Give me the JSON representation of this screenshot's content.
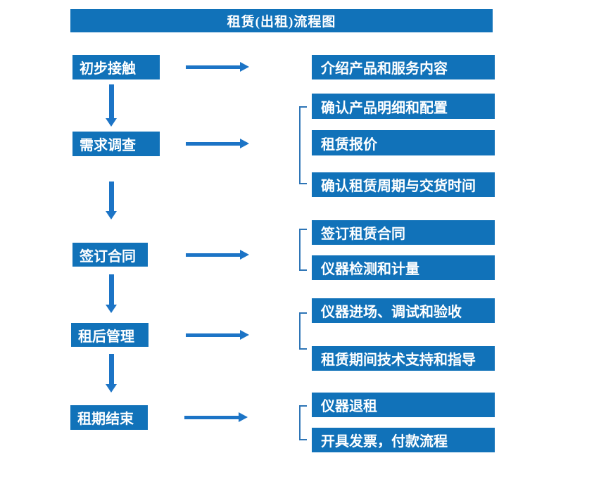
{
  "title": "租赁(出租)流程图",
  "colors": {
    "primary_blue": "#1172b9",
    "arrow_blue": "#1c74c6",
    "bracket_blue": "#2e75b6",
    "text_white": "#ffffff",
    "background": "#ffffff"
  },
  "flow": {
    "stages": [
      {
        "label": "初步接触",
        "outputs": [
          "介绍产品和服务内容"
        ]
      },
      {
        "label": "需求调查",
        "outputs": [
          "确认产品明细和配置",
          "租赁报价",
          "确认租赁周期与交货时间"
        ]
      },
      {
        "label": "签订合同",
        "outputs": [
          "签订租赁合同",
          "仪器检测和计量"
        ]
      },
      {
        "label": "租后管理",
        "outputs": [
          "仪器进场、调试和验收",
          "租赁期间技术支持和指导"
        ]
      },
      {
        "label": "租期结束",
        "outputs": [
          "仪器退租",
          "开具发票，付款流程"
        ]
      }
    ]
  }
}
